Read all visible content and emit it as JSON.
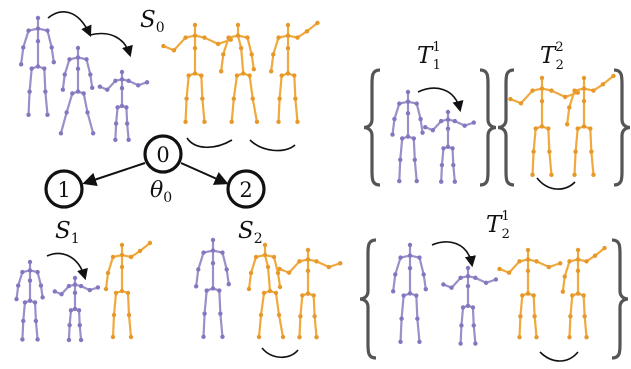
{
  "colors": {
    "purple": "#9b8fc9",
    "purple_joint": "#8576bf",
    "orange": "#f0a93c",
    "orange_joint": "#e6982a",
    "ink": "#111111",
    "brace": "#555555"
  },
  "tree": {
    "root": {
      "id": "0",
      "set_label": "S",
      "set_sub": "0"
    },
    "left_child": {
      "id": "1",
      "set_label": "S",
      "set_sub": "1"
    },
    "right_child": {
      "id": "2",
      "set_label": "S",
      "set_sub": "2"
    },
    "param_label": "θ",
    "param_sub": "0"
  },
  "groups": [
    {
      "label": "T",
      "sub": "1",
      "sup": "1"
    },
    {
      "label": "T",
      "sub": "2",
      "sup": "2"
    },
    {
      "label": "T",
      "sub": "2",
      "sup": "1"
    }
  ]
}
